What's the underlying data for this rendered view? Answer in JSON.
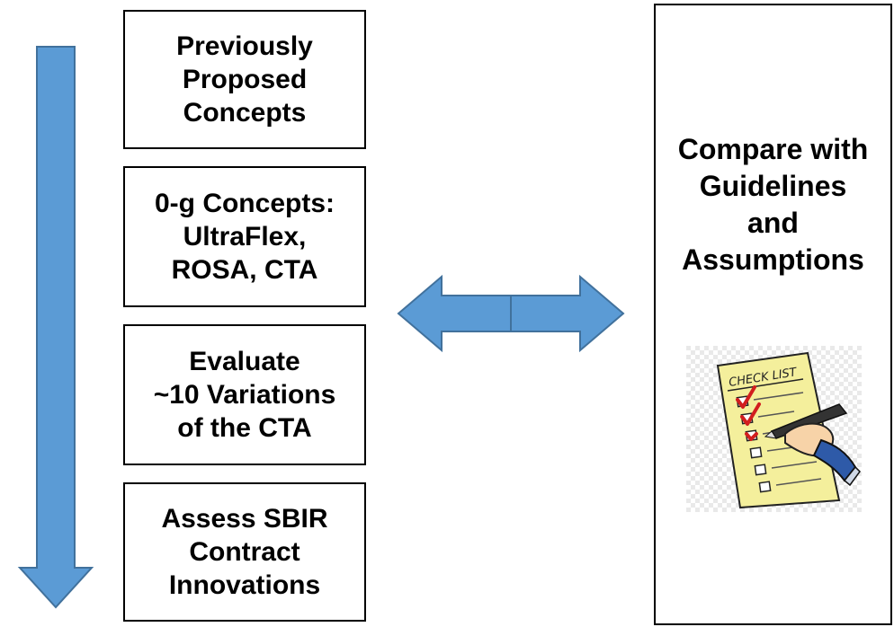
{
  "steps": [
    {
      "lines": [
        "Previously",
        "Proposed",
        "Concepts"
      ]
    },
    {
      "lines": [
        "0-g Concepts:",
        "UltraFlex,",
        "ROSA, CTA"
      ]
    },
    {
      "lines": [
        "Evaluate",
        "~10 Variations",
        "of the CTA"
      ]
    },
    {
      "lines": [
        "Assess SBIR",
        "Contract",
        "Innovations"
      ]
    }
  ],
  "panel": {
    "lines": [
      "Compare with",
      "Guidelines",
      "and",
      "Assumptions"
    ],
    "image_text": "CHECK LIST"
  },
  "colors": {
    "arrow_fill": "#5b9bd5",
    "arrow_stroke": "#41719c",
    "border": "#000000"
  }
}
